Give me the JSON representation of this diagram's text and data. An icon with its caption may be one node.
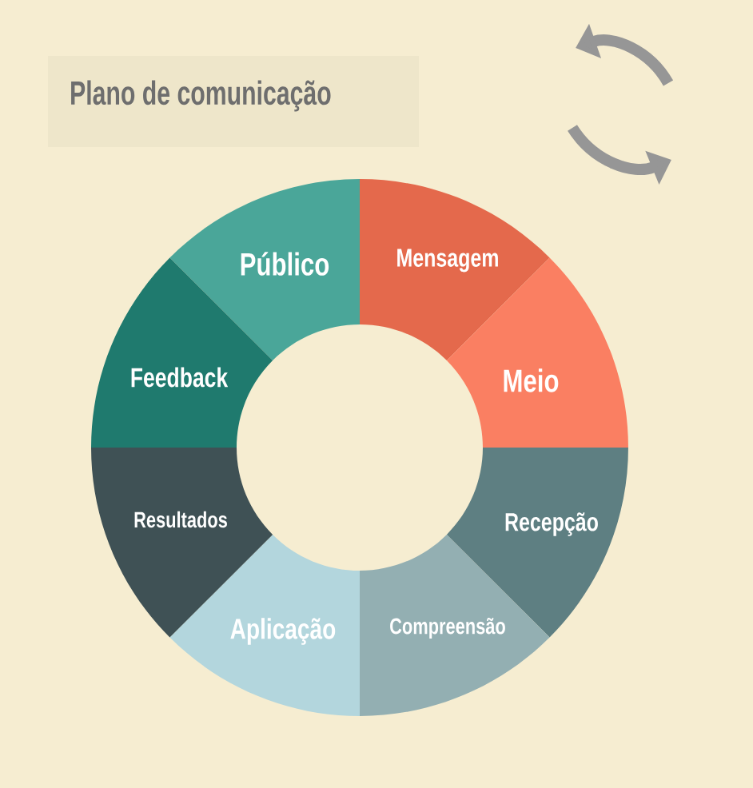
{
  "diagram": {
    "title": "Plano de comunicação",
    "nodes": [
      {
        "text": [
          "Público"
        ]
      },
      {
        "text": [
          "Mensagem"
        ]
      },
      {
        "text": [
          "Meio"
        ]
      },
      {
        "text": [
          "Recepção"
        ]
      },
      {
        "text": [
          "Compreensão"
        ]
      },
      {
        "text": [
          "Aplicação"
        ]
      },
      {
        "text": [
          "Resultados"
        ]
      },
      {
        "text": [
          "Feedback"
        ]
      }
    ]
  }
}
